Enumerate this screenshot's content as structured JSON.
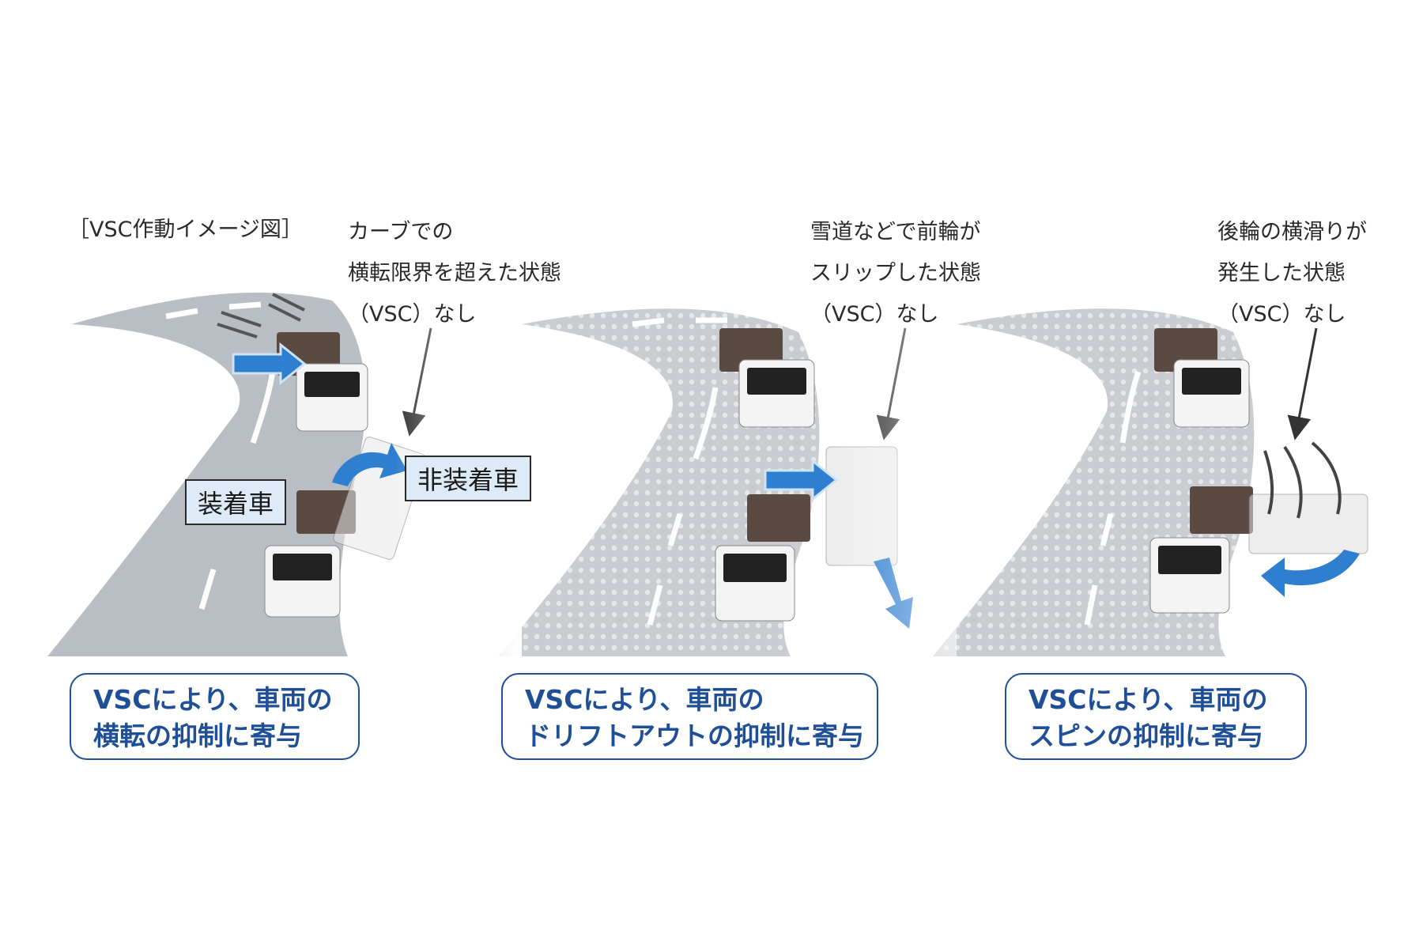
{
  "heading": "［VSC作動イメージ図］",
  "panels": [
    {
      "note_lines": [
        "カーブでの",
        "横転限界を超えた状態",
        "（VSC）なし"
      ],
      "callout_equipped": "装着車",
      "callout_unequipped": "非装着車",
      "result_lines": [
        "VSCにより、車両の",
        "横転の抑制に寄与"
      ]
    },
    {
      "note_lines": [
        "雪道などで前輪が",
        "スリップした状態",
        "（VSC）なし"
      ],
      "result_lines": [
        "VSCにより、車両の",
        "ドリフトアウトの抑制に寄与"
      ]
    },
    {
      "note_lines": [
        "後輪の横滑りが",
        "発生した状態",
        "（VSC）なし"
      ],
      "result_lines": [
        "VSCにより、車両の",
        "スピンの抑制に寄与"
      ]
    }
  ],
  "colors": {
    "accent_blue": "#1f4f96",
    "arrow_blue": "#2f7fd0",
    "road_gray": "#b9bec4",
    "callout_bg": "#dcebf7"
  }
}
